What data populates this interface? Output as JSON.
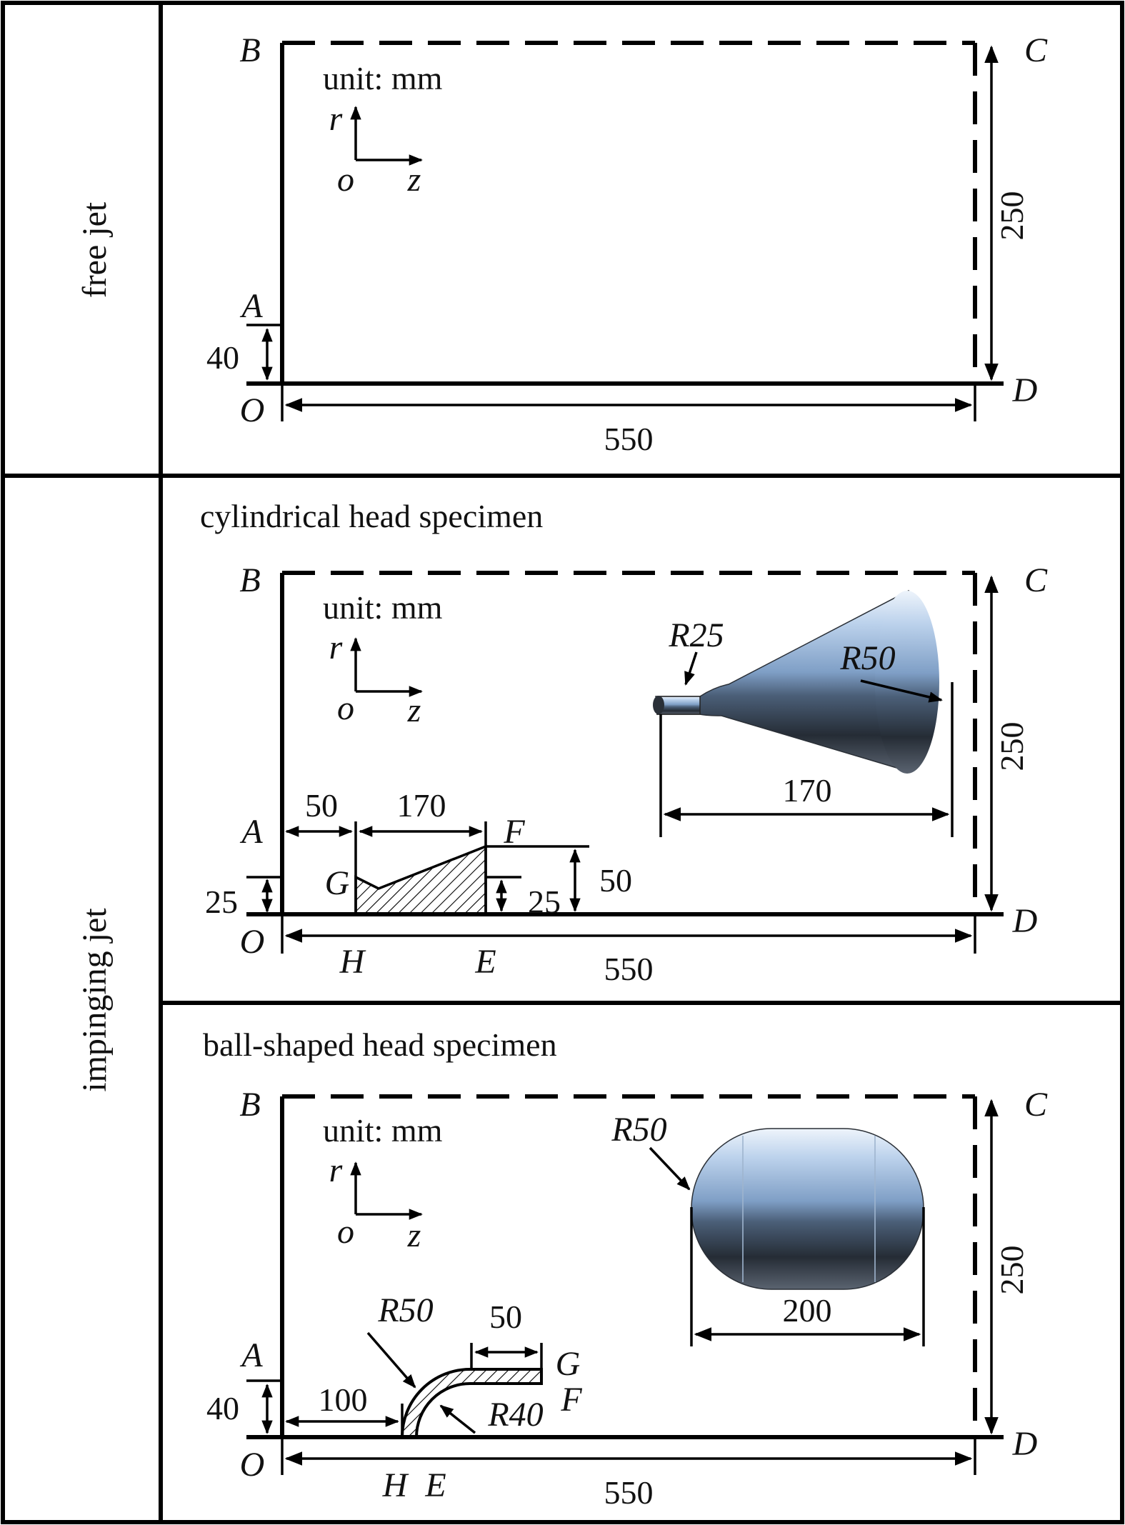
{
  "side_labels": {
    "free": "free jet",
    "impinging": "impinging jet"
  },
  "units": "unit: mm",
  "axes": {
    "r": "r",
    "o": "o",
    "z": "z"
  },
  "points": {
    "A": "A",
    "B": "B",
    "C": "C",
    "D": "D",
    "O": "O",
    "E": "E",
    "F": "F",
    "G": "G",
    "H": "H"
  },
  "free_jet": {
    "dim_height": "40",
    "dim_length": "550",
    "dim_domain": "250"
  },
  "cylindrical": {
    "title": "cylindrical head specimen",
    "dim_offset": "50",
    "dim_specimen": "170",
    "dim_inner": "25",
    "dim_inner_right": "25",
    "dim_outer": "50",
    "dim_length": "550",
    "dim_domain": "250",
    "model_r_small": "R25",
    "model_r_large": "R50",
    "model_length": "170"
  },
  "ball": {
    "title": "ball-shaped head specimen",
    "dim_height": "40",
    "dim_offset": "100",
    "dim_r_outer": "R50",
    "dim_r_inner": "R40",
    "dim_gf": "50",
    "dim_length": "550",
    "dim_domain": "250",
    "model_r": "R50",
    "model_length": "200"
  },
  "colors": {
    "line": "#000000",
    "metal_light": "#c9dcf2",
    "metal_mid": "#6f8fb6",
    "metal_dark": "#1b2129"
  }
}
